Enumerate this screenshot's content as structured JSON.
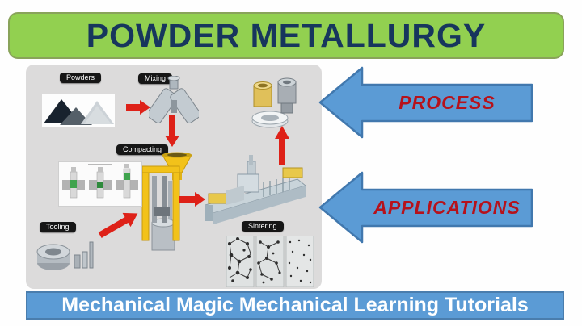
{
  "banner": {
    "title": "POWDER METALLURGY"
  },
  "diagram": {
    "labels": {
      "powders": "Powders",
      "mixing": "Mixing",
      "compacting": "Compacting",
      "tooling": "Tooling",
      "sintering": "Sintering"
    }
  },
  "side_arrows": {
    "process": "PROCESS",
    "applications": "APPLICATIONS"
  },
  "footer": {
    "text": "Mechanical Magic Mechanical Learning Tutorials"
  },
  "colors": {
    "banner_green": "#92d050",
    "title_navy": "#17365d",
    "side_arrow_blue": "#5b9bd5",
    "side_arrow_border": "#4178ae",
    "arrow_label_red": "#b6121b",
    "flow_arrow_red": "#de2118",
    "footer_blue": "#5b9bd5",
    "panel_gray": "#dcdbdb",
    "step_label_black": "#161616"
  }
}
